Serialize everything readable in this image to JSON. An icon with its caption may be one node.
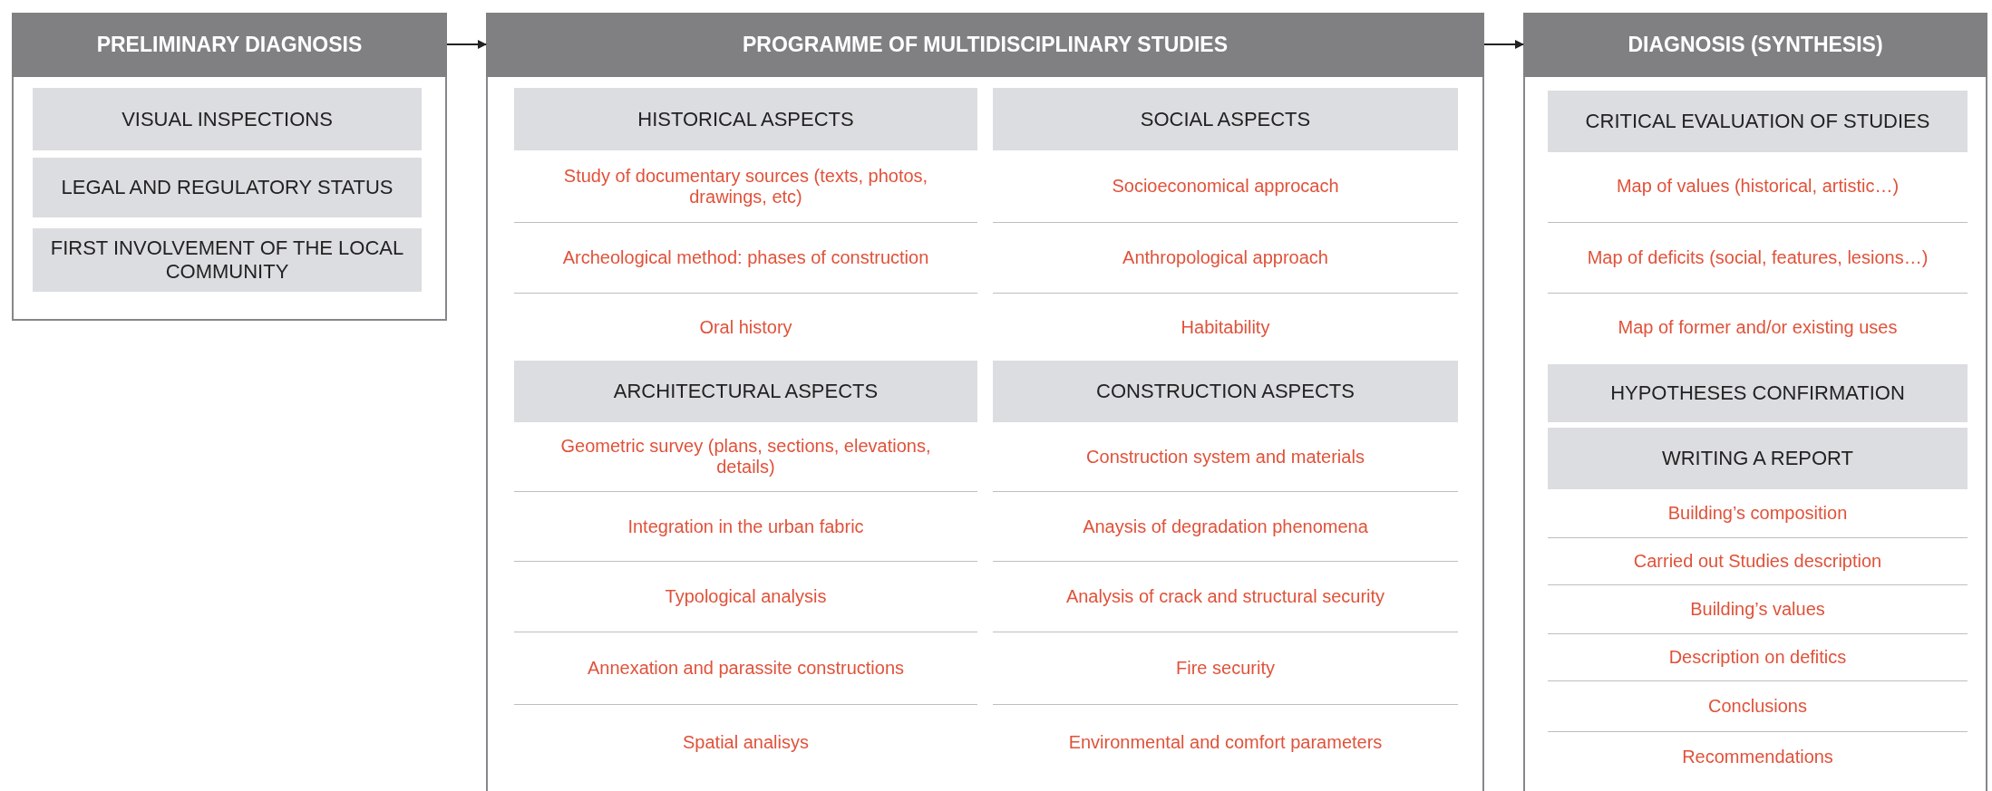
{
  "diagram": {
    "nodes": [
      {
        "text": [
          "PRELIMINARY DIAGNOSIS"
        ]
      },
      {
        "text": [
          "VISUAL INSPECTIONS"
        ],
        "in": 0
      },
      {
        "text": [
          "LEGAL AND REGULATORY STATUS"
        ],
        "in": 0
      },
      {
        "text": [
          "FIRST INVOLVEMENT OF THE LOCAL COMMUNITY"
        ],
        "in": 0
      },
      {
        "text": [
          "PROGRAMME OF MULTIDISCIPLINARY STUDIES"
        ]
      },
      {
        "text": [
          "HISTORICAL ASPECTS"
        ],
        "in": 4
      },
      {
        "text": [
          "Study of documentary sources (texts, photos, drawings, etc)"
        ],
        "in": 4
      },
      {
        "text": [
          "Archeological method: phases of construction"
        ],
        "in": 4
      },
      {
        "text": [
          "Oral history"
        ],
        "in": 4
      },
      {
        "text": [
          "SOCIAL ASPECTS"
        ],
        "in": 4
      },
      {
        "text": [
          "Socioeconomical approcach"
        ],
        "in": 4
      },
      {
        "text": [
          "Anthropological approach"
        ],
        "in": 4
      },
      {
        "text": [
          "Habitability"
        ],
        "in": 4
      },
      {
        "text": [
          "ARCHITECTURAL ASPECTS"
        ],
        "in": 4
      },
      {
        "text": [
          "Geometric survey (plans, sections, elevations, details)"
        ],
        "in": 4
      },
      {
        "text": [
          "Integration in the urban fabric"
        ],
        "in": 4
      },
      {
        "text": [
          "Typological analysis"
        ],
        "in": 4
      },
      {
        "text": [
          "Annexation and parassite constructions"
        ],
        "in": 4
      },
      {
        "text": [
          "Spatial analisys"
        ],
        "in": 4
      },
      {
        "text": [
          "CONSTRUCTION ASPECTS"
        ],
        "in": 4
      },
      {
        "text": [
          "Construction system and materials"
        ],
        "in": 4
      },
      {
        "text": [
          "Anaysis of degradation phenomena"
        ],
        "in": 4
      },
      {
        "text": [
          "Analysis of crack and structural security"
        ],
        "in": 4
      },
      {
        "text": [
          "Fire security"
        ],
        "in": 4
      },
      {
        "text": [
          "Environmental and comfort parameters"
        ],
        "in": 4
      },
      {
        "text": [
          "DIAGNOSIS (SYNTHESIS)"
        ]
      },
      {
        "text": [
          "CRITICAL EVALUATION OF STUDIES"
        ],
        "in": 25
      },
      {
        "text": [
          "Map of values (historical, artistic…)"
        ],
        "in": 25
      },
      {
        "text": [
          "Map of deficits (social, features, lesions…)"
        ],
        "in": 25
      },
      {
        "text": [
          "Map of former and/or existing uses"
        ],
        "in": 25
      },
      {
        "text": [
          "HYPOTHESES CONFIRMATION"
        ],
        "in": 25
      },
      {
        "text": [
          "WRITING A REPORT"
        ],
        "in": 25
      },
      {
        "text": [
          "Building’s composition"
        ],
        "in": 25
      },
      {
        "text": [
          "Carried out Studies description"
        ],
        "in": 25
      },
      {
        "text": [
          "Building’s values"
        ],
        "in": 25
      },
      {
        "text": [
          "Description on defitics"
        ],
        "in": 25
      },
      {
        "text": [
          "Conclusions"
        ],
        "in": 25
      },
      {
        "text": [
          "Recommendations"
        ],
        "in": 25
      }
    ],
    "edges": [
      {
        "from": 0,
        "to": 4,
        "arrow": "to"
      },
      {
        "from": 4,
        "to": 25,
        "arrow": "to"
      }
    ]
  }
}
